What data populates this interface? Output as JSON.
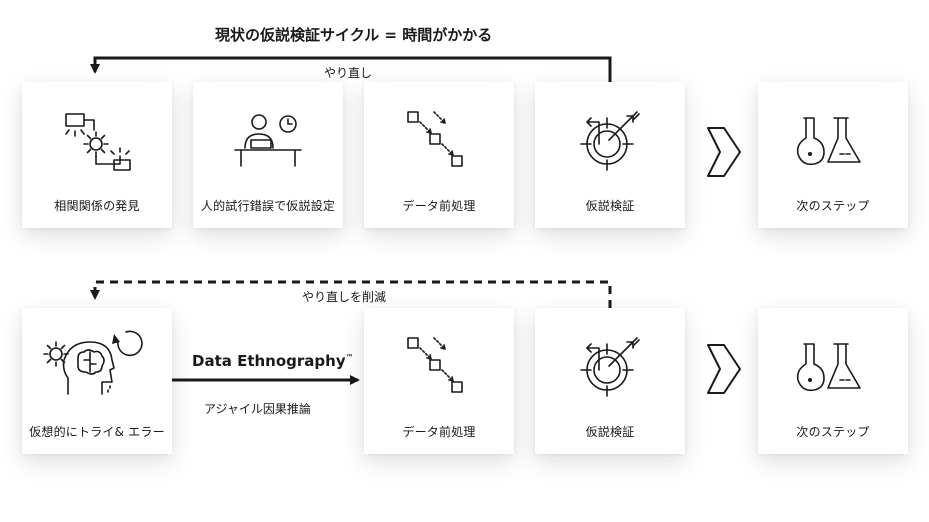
{
  "top_title": "現状の仮説検証サイクル = 時間がかかる",
  "top_loop_label": "やり直し",
  "bottom_loop_label": "やり直しを削減",
  "brand": {
    "name": "Data Ethnography",
    "mark": "™"
  },
  "arrow_caption": "アジャイル因果推論",
  "row1": [
    {
      "label": "相関関係の発見",
      "icon": "flowchart-gear-icon"
    },
    {
      "label": "人的試行錯誤で仮説設定",
      "icon": "person-desk-clock-icon"
    },
    {
      "label": "データ前処理",
      "icon": "data-steps-icon"
    },
    {
      "label": "仮説検証",
      "icon": "target-arrows-icon"
    },
    {
      "label": "次のステップ",
      "icon": "lab-flasks-icon"
    }
  ],
  "row2": [
    {
      "label": "仮想的にトライ& エラー",
      "icon": "brain-gear-refresh-icon"
    },
    {
      "label": "データ前処理",
      "icon": "data-steps-icon"
    },
    {
      "label": "仮説検証",
      "icon": "target-arrows-icon"
    },
    {
      "label": "次のステップ",
      "icon": "lab-flasks-icon"
    }
  ]
}
